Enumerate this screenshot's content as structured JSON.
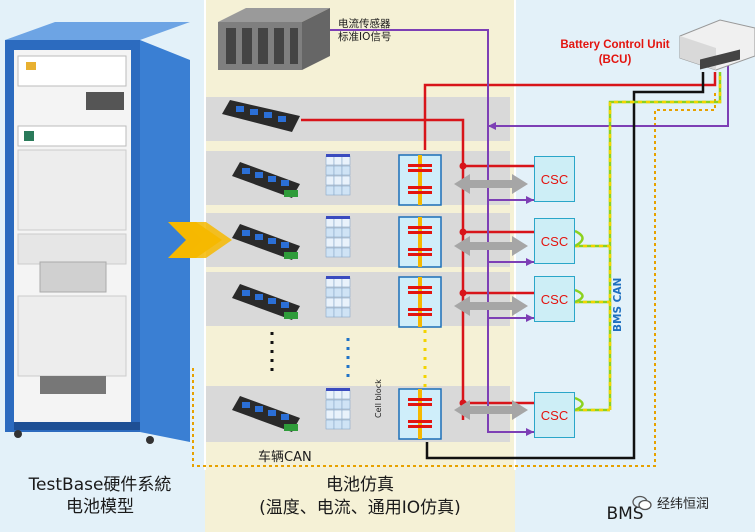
{
  "left_caption": {
    "line1": "TestBase硬件系統",
    "line2": "电池模型"
  },
  "middle_caption": {
    "line1": "电池仿真",
    "line2": "(温度、电流、通用IO仿真)"
  },
  "right_caption": "BMS",
  "bcu": {
    "line1": "Battery Control Unit",
    "line2": "(BCU)"
  },
  "sensor_label": {
    "line1": "电流传感器",
    "line2": "标准IO信号"
  },
  "csc_labels": [
    "CSC",
    "CSC",
    "CSC",
    "CSC"
  ],
  "cell_block_label": "Cell block",
  "bms_can_label": "BMS CAN",
  "vehicle_can_label": "车辆CAN",
  "watermark": "经纬恒润",
  "colors": {
    "bg_left": "#e3f1f9",
    "bg_mid": "#f5f1d6",
    "bg_right": "#e3f1f9",
    "row_band": "#d9d9d9",
    "csc_fill": "#cdeef6",
    "csc_text": "#e3140f",
    "red_wire": "#d8141a",
    "purple_wire": "#7d3fb5",
    "black_wire": "#111111",
    "bms_can_green": "#8cd21e",
    "bms_can_yellow": "#f3d400",
    "dotted_orange": "#e7a100",
    "arrow_yellow": "#f6b800",
    "rack_blue": "#2c6bbf"
  }
}
